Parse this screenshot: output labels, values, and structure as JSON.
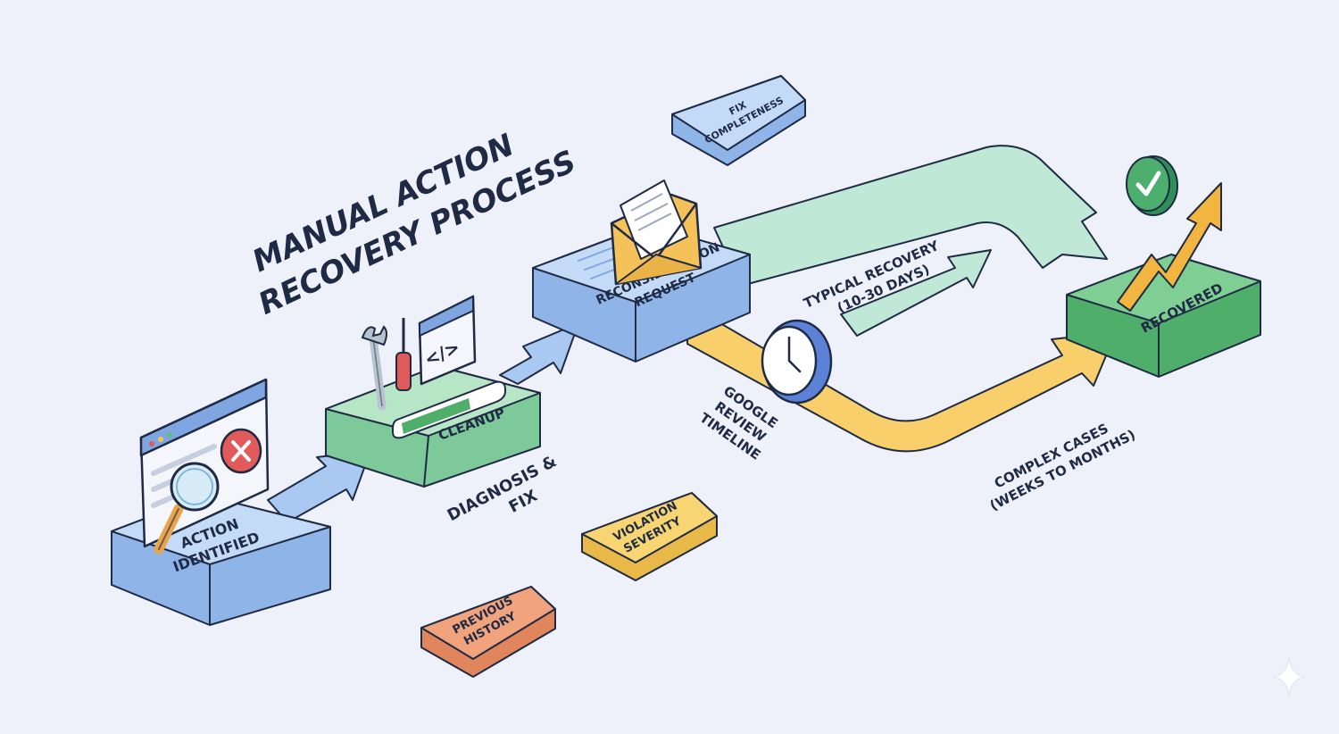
{
  "title": {
    "line1": "MANUAL ACTION",
    "line2": "RECOVERY PROCESS"
  },
  "steps": {
    "action_identified": {
      "line1": "ACTION",
      "line2": "IDENTIFIED"
    },
    "cleanup": {
      "label": "CLEANUP"
    },
    "diagnosis_fix": {
      "line1": "DIAGNOSIS &",
      "line2": "FIX"
    },
    "reconsideration": {
      "line1": "RECONSIDERATION",
      "line2": "REQUEST"
    },
    "recovered": {
      "label": "RECOVERED"
    }
  },
  "paths": {
    "typical": {
      "line1": "TYPICAL RECOVERY",
      "line2": "(10-30 DAYS)"
    },
    "complex": {
      "line1": "COMPLEX CASES",
      "line2": "(WEEKS TO MONTHS)"
    },
    "google_review": {
      "line1": "GOOGLE",
      "line2": "REVIEW",
      "line3": "TIMELINE"
    }
  },
  "factors": {
    "fix_completeness": {
      "line1": "FIX",
      "line2": "COMPLETENESS"
    },
    "violation_severity": {
      "line1": "VIOLATION",
      "line2": "SEVERITY"
    },
    "previous_history": {
      "line1": "PREVIOUS",
      "line2": "HISTORY"
    }
  },
  "icons": [
    "browser-error-icon",
    "magnifier-icon",
    "wrench-icon",
    "screwdriver-icon",
    "code-window-icon",
    "progress-bar-icon",
    "envelope-icon",
    "clock-icon",
    "checkmark-badge-icon",
    "growth-arrow-icon",
    "sparkle-icon"
  ],
  "colors": {
    "background": "#eef1f9",
    "blue": "#a9c9f2",
    "green": "#a8dfbb",
    "recovered_green": "#63c27f",
    "yellow": "#f7d572",
    "orange": "#f0a37c",
    "teal_path": "#bfe9d6",
    "gold_path": "#f8cf6a",
    "ink": "#1f2a44"
  }
}
